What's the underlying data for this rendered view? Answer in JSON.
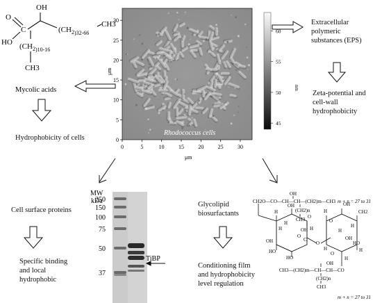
{
  "mycolic_acid": {
    "caption": "Mycolic acids",
    "oh": "OH",
    "ho": "HO",
    "o": "O",
    "c": "C",
    "ch_main": "(CH",
    "sub2": "2",
    "sub_main": ")32-66",
    "ch3_right": "CH3",
    "ch_side": "(CH",
    "sub_side": ")10-16",
    "ch3_bottom": "CH3"
  },
  "afm": {
    "cells_label": "Rhodococcus cells",
    "x_axis_label": "μm",
    "y_axis_label": "μm",
    "x_ticks": [
      "0",
      "5",
      "10",
      "15",
      "20",
      "25",
      "30"
    ],
    "y_ticks": [
      "0",
      "5",
      "10",
      "15",
      "20",
      "25",
      "30"
    ],
    "colorbar_unit": "nm",
    "colorbar_ticks": [
      "60",
      "55",
      "50",
      "45"
    ]
  },
  "flow": {
    "eps": [
      "Extracellular",
      "polymeric",
      "substances (EPS)"
    ],
    "zeta": [
      "Zeta-potential and",
      "cell-wall",
      "hydrophobicity"
    ],
    "hydrophobicity_cells": "Hydrophobicity of cells",
    "cell_surface_proteins": "Cell surface proteins",
    "specific_binding": [
      "Specific binding",
      "and local",
      "hydrophobic"
    ],
    "glycolipid": [
      "Glycolipid",
      "biosurfactants"
    ],
    "conditioning": [
      "Conditioning film",
      "and hydrophobicity",
      "level regulation"
    ]
  },
  "gel": {
    "header_mw": "MW",
    "header_kda": "kDa",
    "markers": [
      "250",
      "150",
      "100",
      "75",
      "50",
      "37"
    ],
    "band_label": "TiBP"
  },
  "glycolipid_structure": {
    "top_chain": "CH2O—CO—CH—CH—(CH2)m—CH3",
    "oh_top": "OH",
    "sub_top_1": "(CH2)n",
    "sub_top_2": "CH3",
    "mn_top": "m + n = 27 to 31",
    "bottom_chain": "CH3—(CH2)m—CH—CH—CO",
    "oh_bottom": "OH",
    "sub_bottom_1": "(CH2)n",
    "sub_bottom_2": "CH3",
    "mn_bottom": "m + n = 27 to 31",
    "ring_labels": [
      "H",
      "OH",
      "O",
      "H",
      "H",
      "O",
      "O",
      "OH",
      "OH",
      "C",
      "HO",
      "HO",
      "H",
      "H",
      "OH",
      "CH2",
      "O",
      "H",
      "H",
      "OH",
      "H",
      "O",
      "H",
      "HO",
      "H"
    ]
  }
}
